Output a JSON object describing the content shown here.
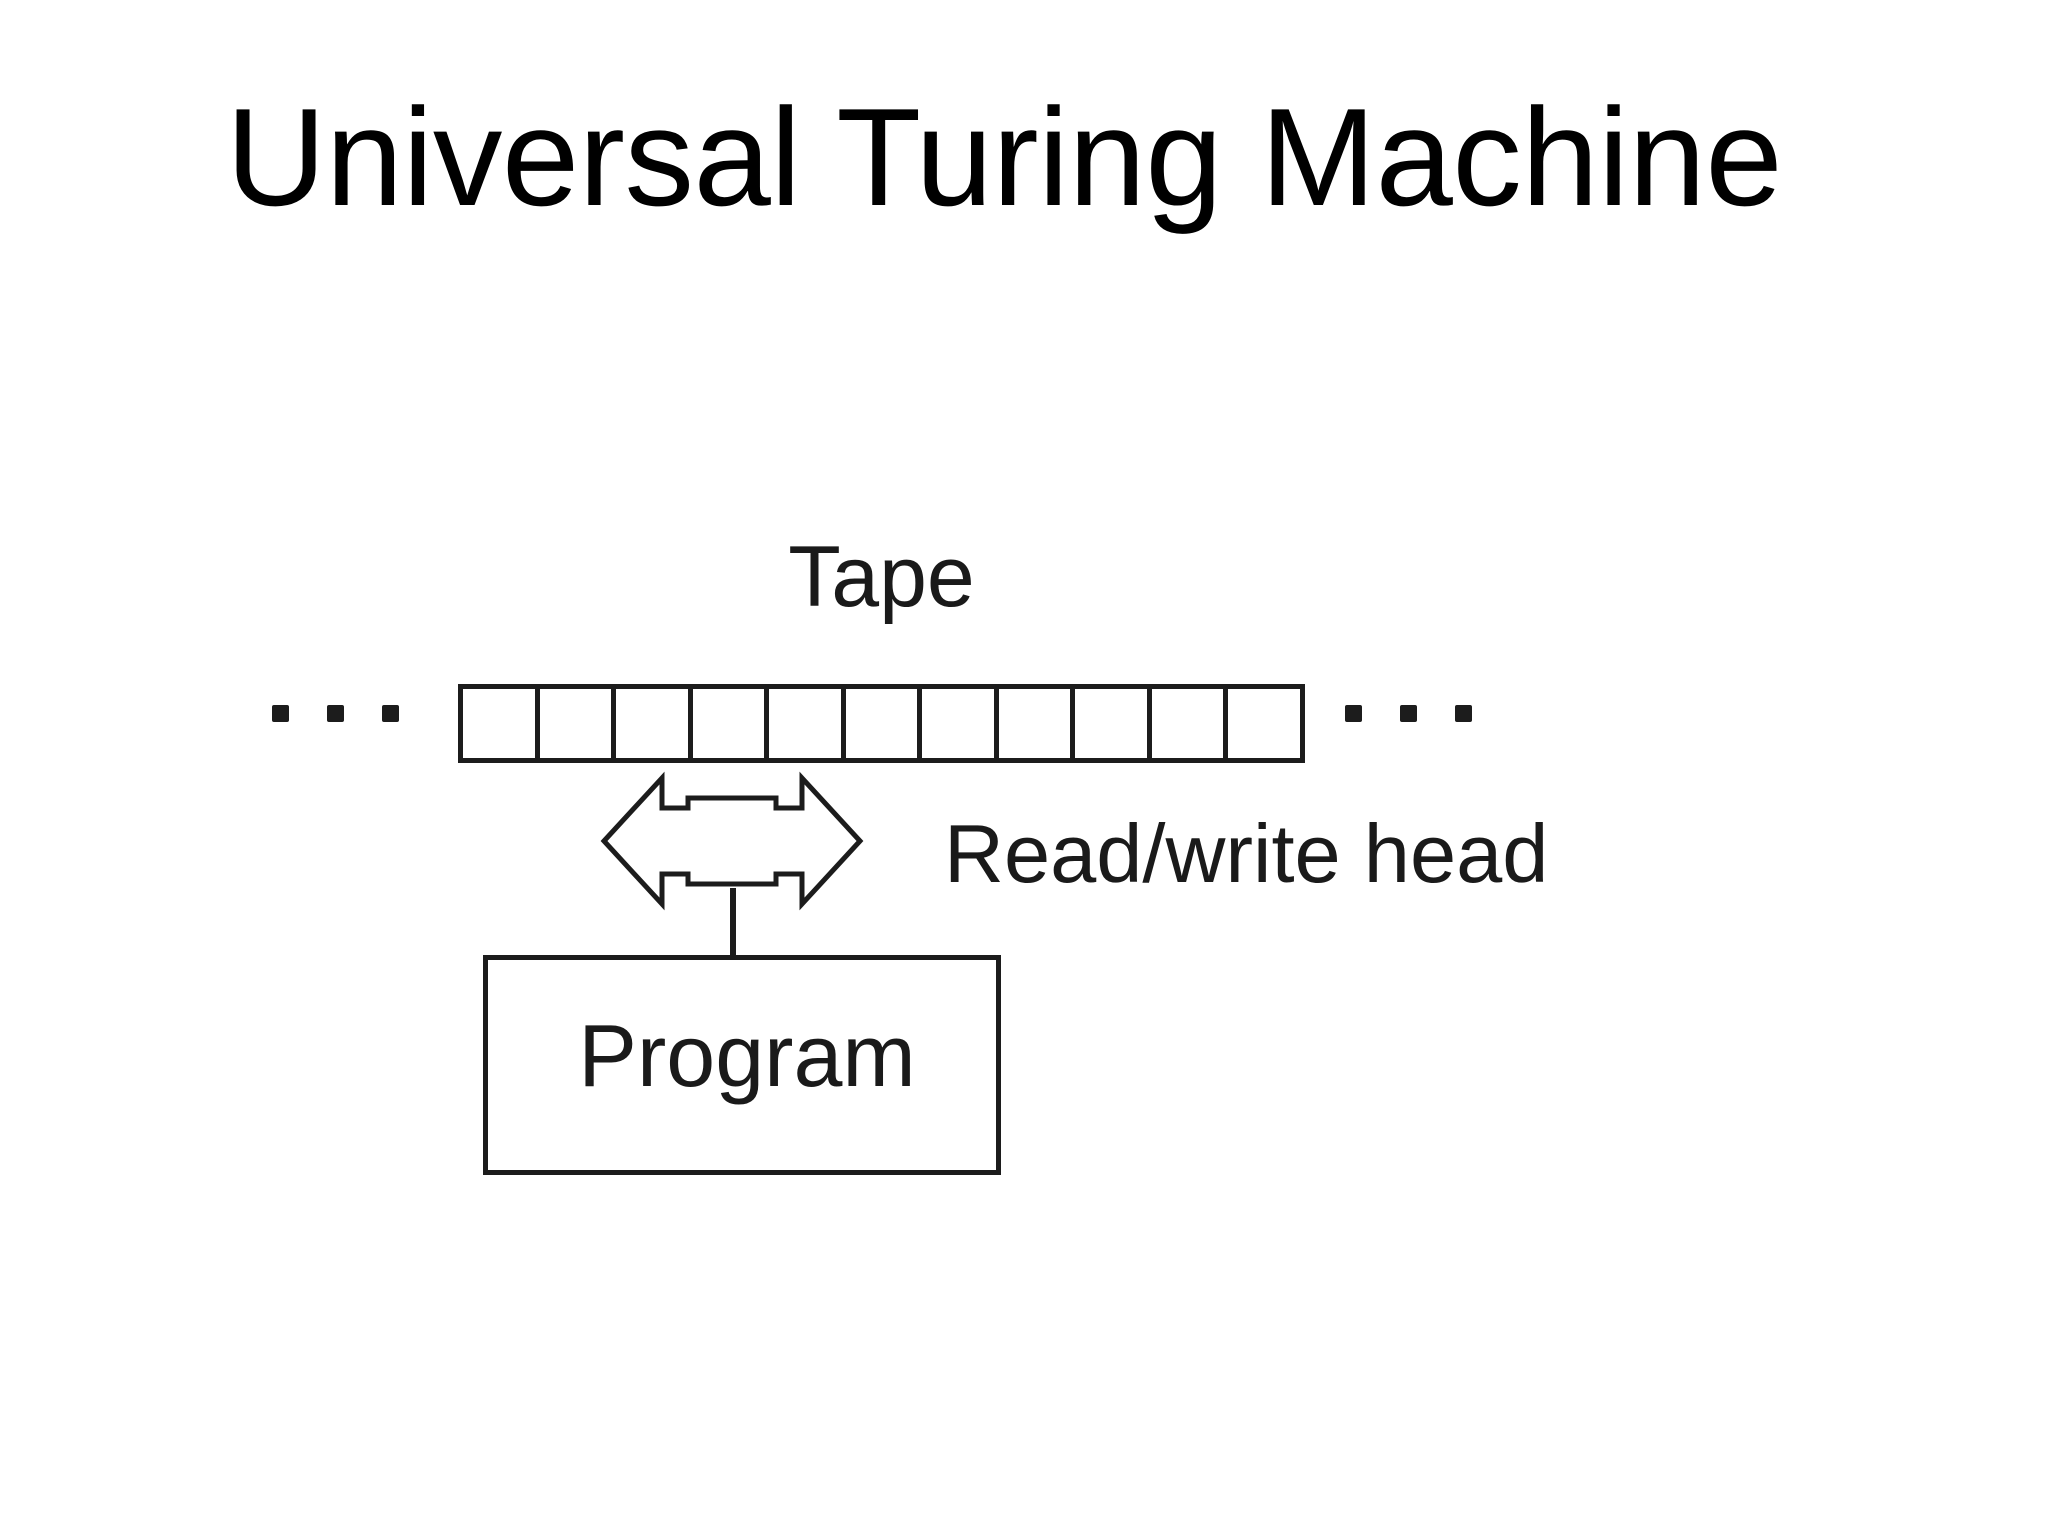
{
  "slide": {
    "title": "Universal Turing Machine",
    "background_color": "#ffffff",
    "ink_color": "#1c1c1c"
  },
  "diagram": {
    "name": "turing-machine-schematic",
    "tape": {
      "label": "Tape",
      "cell_count": 11,
      "cells": [
        "",
        "",
        "",
        "",
        "",
        "",
        "",
        "",
        "",
        "",
        ""
      ],
      "left_ellipsis": "...",
      "right_ellipsis": "...",
      "ellipsis_dot_count": 3
    },
    "head": {
      "label": "Read/write head",
      "icon": "left-right-arrow-icon",
      "direction": "bidirectional"
    },
    "program": {
      "label": "Program"
    }
  }
}
